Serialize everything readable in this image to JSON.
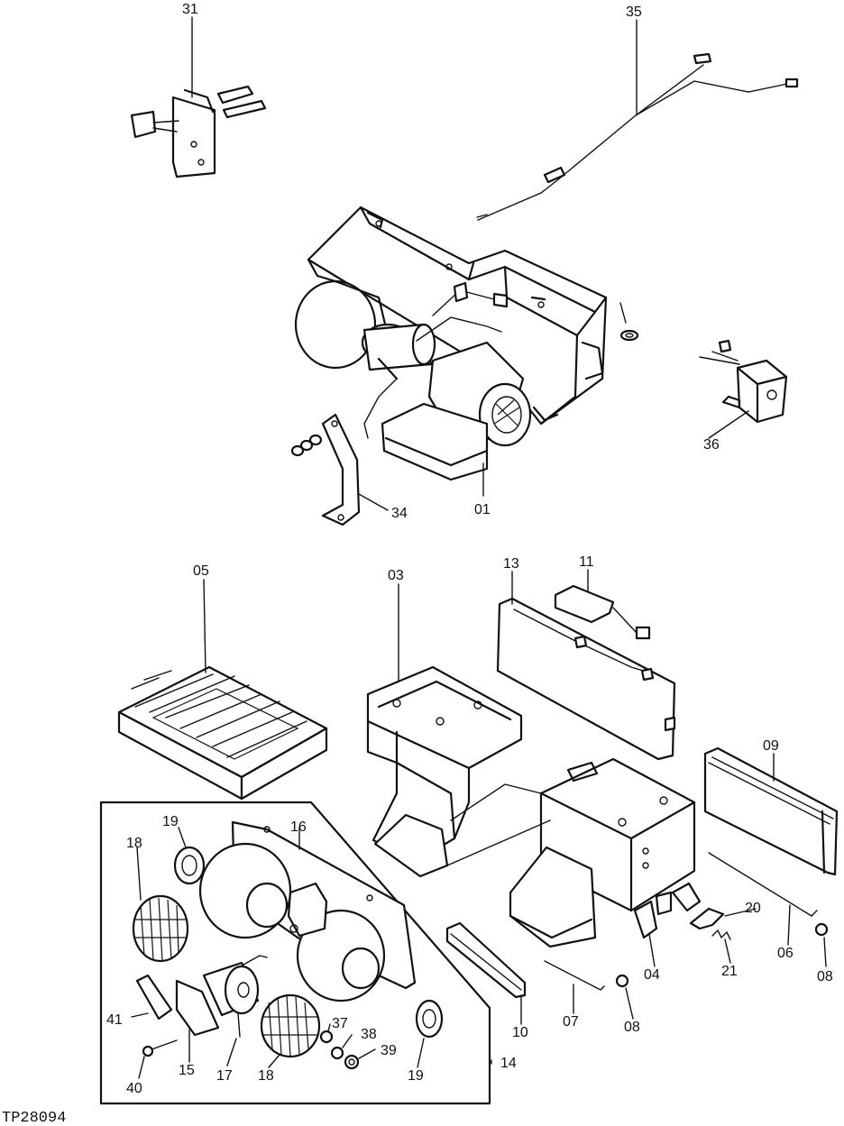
{
  "figure_code": "TP28094",
  "labels": {
    "p01": "01",
    "p03": "03",
    "p04": "04",
    "p05": "05",
    "p06": "06",
    "p07": "07",
    "p08a": "08",
    "p08b": "08",
    "p09": "09",
    "p10": "10",
    "p11": "11",
    "p13": "13",
    "p14": "14",
    "p15": "15",
    "p16": "16",
    "p17": "17",
    "p18a": "18",
    "p18b": "18",
    "p19a": "19",
    "p19b": "19",
    "p20": "20",
    "p21": "21",
    "p31": "31",
    "p34": "34",
    "p35": "35",
    "p36": "36",
    "p37": "37",
    "p38": "38",
    "p39": "39",
    "p40": "40",
    "p41": "41"
  }
}
